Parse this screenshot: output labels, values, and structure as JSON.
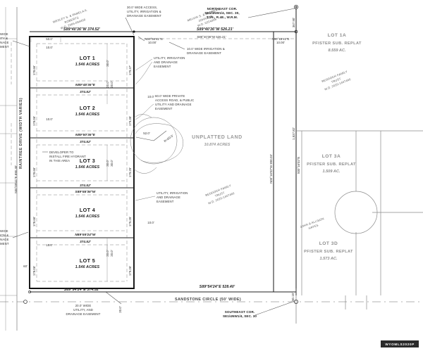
{
  "document": {
    "type": "survey-plat-map",
    "watermark": "WYOMLS2020P"
  },
  "lots": [
    {
      "name": "LOT 1",
      "acres": "1.546 ACRES"
    },
    {
      "name": "LOT 2",
      "acres": "1.546 ACRES"
    },
    {
      "name": "LOT 3",
      "acres": "1.546 ACRES"
    },
    {
      "name": "LOT 4",
      "acres": "1.546 ACRES"
    },
    {
      "name": "LOT 5",
      "acres": "1.546 ACRES"
    }
  ],
  "adjacent_parcels": [
    {
      "name": "LOT 1A",
      "subdivision": "PFISTER SUB. REPLAT",
      "acres": "8.559 AC."
    },
    {
      "name": "LOT 3A",
      "subdivision": "PFISTER SUB. REPLAT",
      "acres": "1.509 AC."
    },
    {
      "name": "LOT 3D",
      "subdivision": "PFISTER SUB. REPLAT",
      "acres": "1.573 AC."
    }
  ],
  "unplatted": {
    "label": "UNPLATTED LAND",
    "acres": "10.874 ACRES"
  },
  "owners": [
    {
      "line1": "WESLEY S. & PAMELA A.",
      "line2": "ROBERTS",
      "line3": "W.D. 2006-094400"
    },
    {
      "line1": "MELVIN S. & ANDREA L.",
      "line2": "JOHNSON",
      "line3": "W.D. 0224005"
    },
    {
      "line1": "REDDOCH FAMILY",
      "line2": "TRUST",
      "line3": "W.D. 2020-1407460"
    },
    {
      "line1": "REDDOCH FAMILY",
      "line2": "TRUST",
      "line3": "W.D. 2020-1407460"
    },
    {
      "line1": "JOHN & ALLISON",
      "line2": "HAYES",
      "line3": ""
    }
  ],
  "bearings": {
    "north_lot1": "S89°40'36\"W 374.52'",
    "north_east": "S89°40'36\"W 526.21'",
    "lot1_lot2": "N89°45'36\"E",
    "lot1_lot2_dist": "374.52'",
    "lot2_lot3": "N89°50'36\"E",
    "lot2_lot3_dist": "374.52'",
    "lot3_lot4": "S89°55'36\"W",
    "lot3_lot4_dist": "374.52'",
    "lot4_lot5": "N89°59'24\"W",
    "lot4_lot5_dist": "374.52'",
    "south_lot5": "S89°54'24\"E 374.52'",
    "south_east": "S89°54'24\"E 528.40'",
    "west_line": "S00°09'41\"E 890.30'",
    "east_line": "N00°16'02\"W 890.03'",
    "ne_vertical": "367.90'",
    "east_far": "1,537.82'",
    "east_far_bearing": "S00°16'02\"E",
    "tie_north": "N00°19'41\"N",
    "tie_north_dist": "10.00'",
    "tie_east": "N00°15'41\"E",
    "tie_east_dist": "10.00'",
    "se_short": "50.15'"
  },
  "dimensions": {
    "west_offset": "50.0'",
    "setback_10": "10.0'",
    "lot_depth_a": "178.66'",
    "lot_depth_b": "178.06'",
    "lot_depth_c": "178.66'",
    "lot_depth_east_a": "179.37'",
    "lot_depth_east_b": "179.35'",
    "lot_depth_east_c": "179.25'",
    "lot_depth_east_d": "179.25'",
    "lot_depth_east_e": "179.26'",
    "easement_30": "30.0'",
    "easement_30b": "30.0'",
    "easement_20": "20.0'",
    "road_52": "52.0'",
    "radius": "R=60.0'",
    "width_60": "60'"
  },
  "notes": {
    "access_easement_top": "30.0' WIDE ACCESS,\nUTILITY, IRRIGATION &\nDRAINAGE EASEMENT",
    "irrigation_easement": "10.0' WIDE IRRIGATION &\nDRAINAGE EASEMENT",
    "utility_easement_right": "UTILITY, IRRIGATION\nAND DRAINAGE\nEASEMENT",
    "private_road_easement": "60.0' WIDE PRIVATE\nACCESS ROAD, & PUBLIC\nUTILITY AND DRAINAGE\nEASEMENT",
    "utility_easement_mid": "UTILITY, IRRIGATION\nAND DRAINAGE\nEASEMENT",
    "fire_hydrant": "DEVELOPER TO\nINSTALL FIRE HYDRANT\nIN THIS AREA",
    "bottom_easement": "20.0' WIDE\nUTILITY, AND\nDRAINAGE EASEMENT",
    "left_easement_top": "WIDE\nITY &\nNAGE\nMENT",
    "left_easement_bottom": "WIDE\nION &\nNAGE\nMENT"
  },
  "corners": {
    "northeast": "NORTHEAST COR.\nSE1/4NW1/4, SEC. 30,\nT.1N., R.4E., W.R.M.",
    "southeast": "SOUTHEAST COR.\nSE1/4NW1/4, SEC. 30"
  },
  "streets": {
    "west": "RAINTREE DRIVE (WIDTH VARIES)",
    "south": "SANDSTONE CIRCLE (50' WIDE)"
  }
}
